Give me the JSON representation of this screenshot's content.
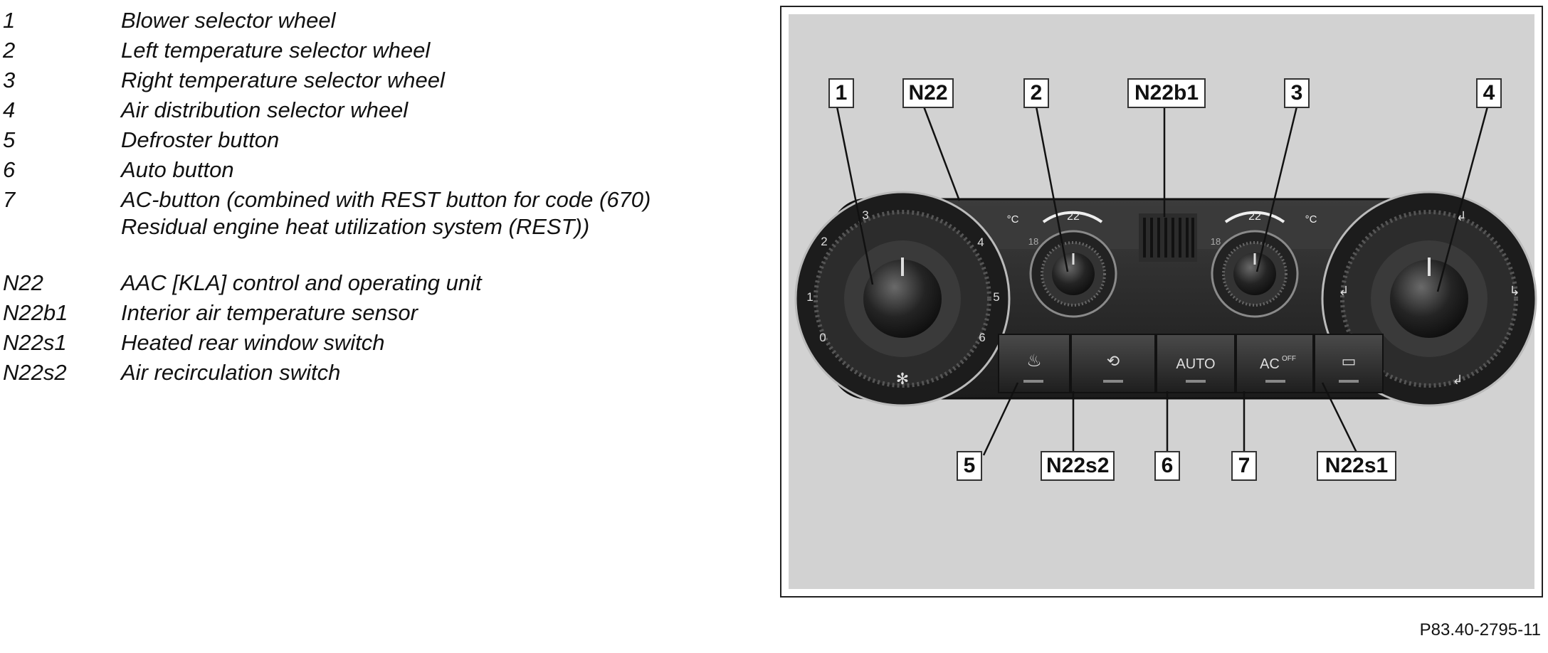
{
  "legend": [
    {
      "key": "1",
      "text": "Blower selector wheel"
    },
    {
      "key": "2",
      "text": "Left temperature selector wheel"
    },
    {
      "key": "3",
      "text": "Right temperature selector wheel"
    },
    {
      "key": "4",
      "text": "Air distribution selector wheel"
    },
    {
      "key": "5",
      "text": "Defroster button"
    },
    {
      "key": "6",
      "text": "Auto button"
    },
    {
      "key": "7",
      "text": "AC-button (combined with REST button for code (670)"
    },
    {
      "key": "",
      "text": "Residual engine heat utilization system (REST))"
    },
    {
      "key": "N22",
      "text": "AAC [KLA] control and operating unit"
    },
    {
      "key": "N22b1",
      "text": "Interior air temperature sensor"
    },
    {
      "key": "N22s1",
      "text": "Heated rear window switch"
    },
    {
      "key": "N22s2",
      "text": "Air recirculation switch"
    }
  ],
  "callouts": {
    "c1": "1",
    "cN22": "N22",
    "c2": "2",
    "cN22b1": "N22b1",
    "c3": "3",
    "c4": "4",
    "c5": "5",
    "cN22s2": "N22s2",
    "c6": "6",
    "c7": "7",
    "cN22s1": "N22s1"
  },
  "panel": {
    "auto_label": "AUTO",
    "ac_label": "AC",
    "ac_off_label": "OFF",
    "temp_unit": "°C",
    "temp_left": "22",
    "temp_right": "22",
    "temp_left_low": "18",
    "temp_right_low": "18",
    "blower_numbers": [
      "0",
      "1",
      "2",
      "3",
      "4",
      "5",
      "6"
    ]
  },
  "colors": {
    "background_gray": "#d2d2d2",
    "panel_dark": "#2b2b2b",
    "knob_dark": "#1a1a1a"
  },
  "figure_code": "P83.40-2795-11"
}
